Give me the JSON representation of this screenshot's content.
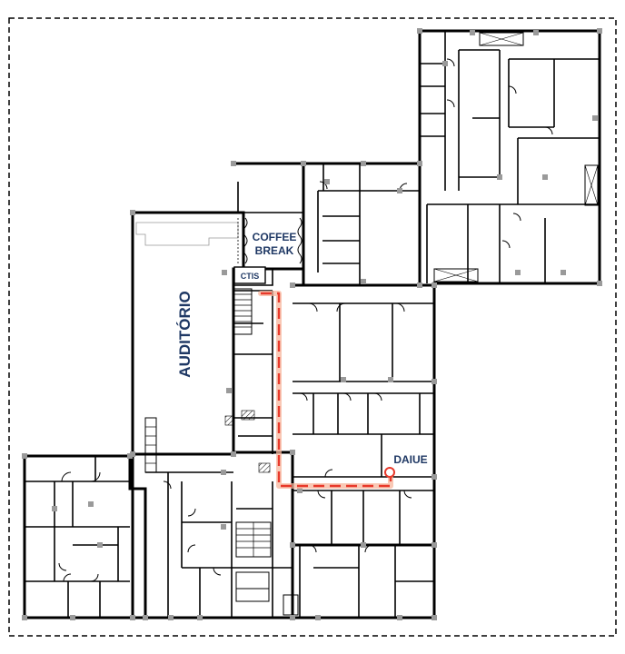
{
  "labels": {
    "auditorium": "AUDITÓRIO",
    "coffee_line1": "COFFEE",
    "coffee_line2": "BREAK",
    "ctis": "CTIS",
    "daiue": "DAIUE"
  },
  "colors": {
    "route": "#e8392b",
    "route_glow": "#f7b59c",
    "label": "#1f3864",
    "wall": "#000000",
    "border": "#000000"
  },
  "icons": {
    "destination": "destination-circle-icon",
    "stairs": "stairs-icon"
  }
}
